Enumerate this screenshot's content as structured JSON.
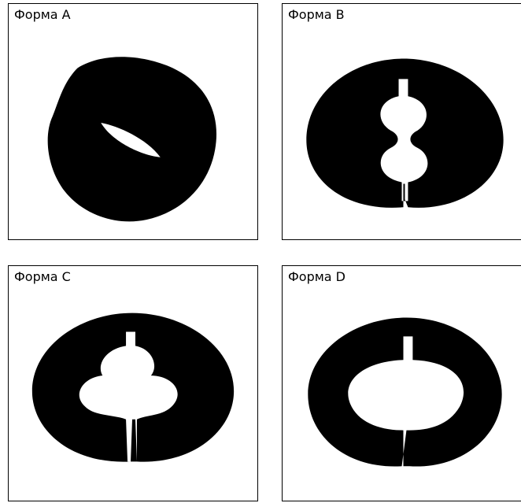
{
  "panels": [
    {
      "id": "a",
      "label": "Форма A"
    },
    {
      "id": "b",
      "label": "Форма B"
    },
    {
      "id": "c",
      "label": "Форма C"
    },
    {
      "id": "d",
      "label": "Форма D"
    }
  ],
  "colors": {
    "shape_fill": "#000000",
    "hole_fill": "#ffffff",
    "border": "#000000",
    "background": "#ffffff"
  }
}
